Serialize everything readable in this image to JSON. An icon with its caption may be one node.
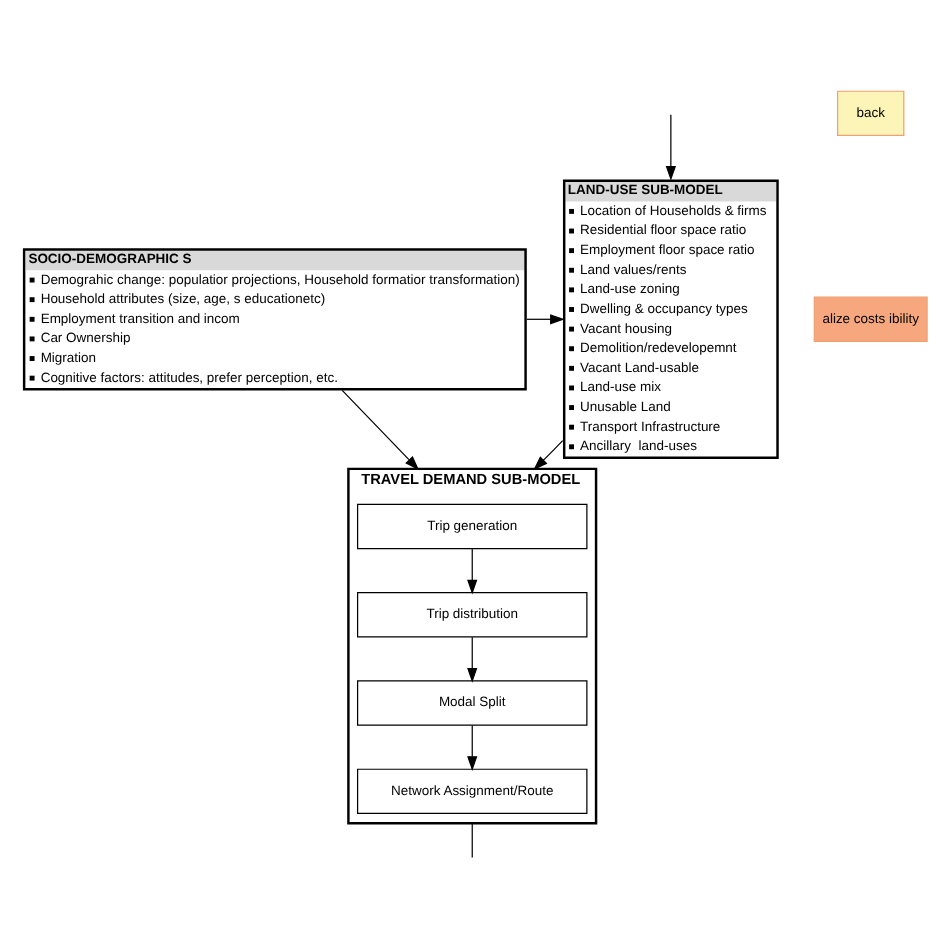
{
  "diagram": {
    "nodes": [
      {
        "text": [
          "LAND-USE SUB-MODEL",
          "Location of Households & firms",
          "Residential floor space ratio",
          "Employment floor space ratio",
          "Land values/rents",
          "Land-use zoning",
          "Dwelling & occupancy types",
          "Vacant housing",
          "Demolition/redevelopemnt",
          "Vacant Land-usable",
          "Land-use mix",
          "Unusable Land",
          "Transport Infrastructure",
          "Ancillary  land-uses"
        ]
      },
      {
        "text": [
          "SOCIO-DEMOGRAPHIC S",
          "Demograhic change: populatior projections, Household formatior transformation)",
          "Household attributes (size, age, s educationetc)",
          "Employment transition and incom",
          "Car Ownership",
          "Migration",
          "Cognitive factors: attitudes, prefer perception, etc."
        ]
      },
      {
        "text": [
          "TRAVEL DEMAND SUB-MODEL"
        ]
      },
      {
        "text": [
          "Trip generation"
        ],
        "in": 2
      },
      {
        "text": [
          "Trip distribution"
        ],
        "in": 2
      },
      {
        "text": [
          "Modal Split"
        ],
        "in": 2
      },
      {
        "text": [
          "Network Assignment/Route"
        ],
        "in": 2
      },
      {
        "text": [
          "back"
        ]
      },
      {
        "text": [
          "alize costs ibility"
        ]
      }
    ],
    "edges": [
      {
        "from": null,
        "to": 0,
        "arrow": "to"
      },
      {
        "from": 1,
        "to": 0,
        "arrow": "to"
      },
      {
        "from": 0,
        "to": 2,
        "arrow": "to"
      },
      {
        "from": 1,
        "to": 2,
        "arrow": "to"
      },
      {
        "from": 3,
        "to": 4,
        "arrow": "to"
      },
      {
        "from": 4,
        "to": 5,
        "arrow": "to"
      },
      {
        "from": 5,
        "to": 6,
        "arrow": "to"
      },
      {
        "from": 2,
        "to": null,
        "arrow": "none"
      }
    ]
  }
}
